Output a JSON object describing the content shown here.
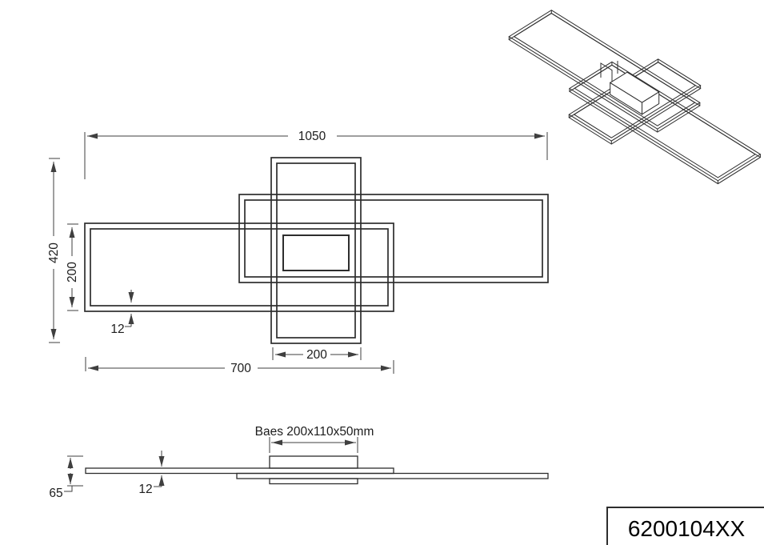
{
  "product": {
    "part_number": "6200104XX"
  },
  "top_view": {
    "dim_total_width": "1050",
    "dim_total_height": "420",
    "dim_frame_height": "200",
    "dim_profile_width": "12",
    "dim_center_frame_width": "200",
    "dim_side_frame_width": "700"
  },
  "side_view": {
    "base_label": "Baes 200x110x50mm",
    "dim_total_height": "65",
    "dim_profile_height": "12"
  },
  "colors": {
    "line": "#2d2d2d",
    "dimension": "#3f3f3f",
    "text": "#1c1c1c",
    "background": "#ffffff"
  }
}
